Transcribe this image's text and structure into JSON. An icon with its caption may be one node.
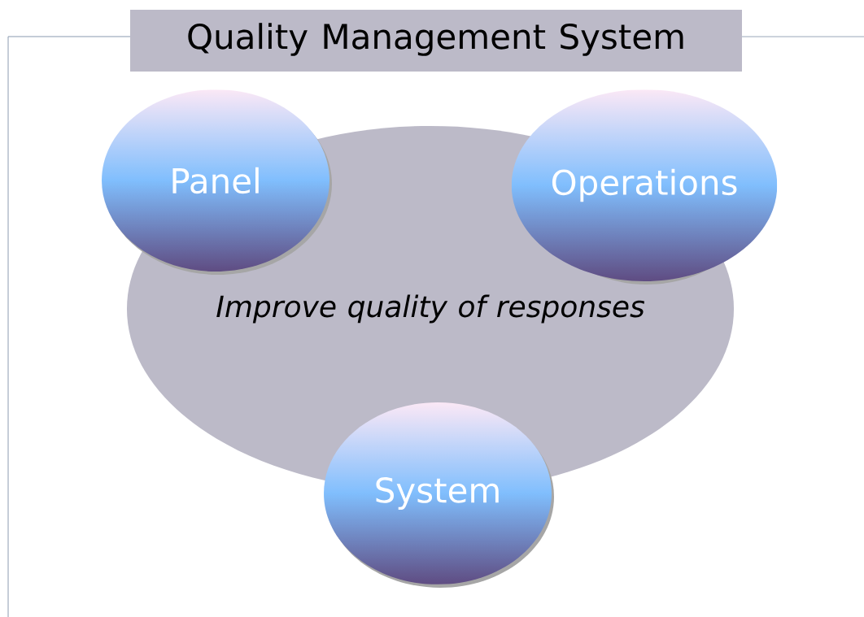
{
  "diagram": {
    "nodes": [
      {
        "text": [
          "Quality Management System"
        ]
      },
      {
        "text": [
          "Improve quality of responses"
        ]
      },
      {
        "text": [
          "Panel"
        ]
      },
      {
        "text": [
          "Operations"
        ]
      },
      {
        "text": [
          "System"
        ]
      }
    ]
  }
}
